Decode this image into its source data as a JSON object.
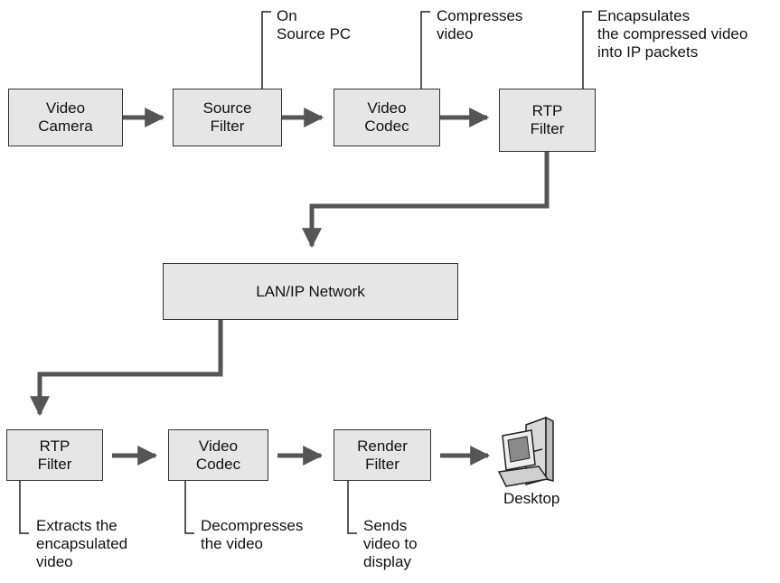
{
  "boxes": {
    "video_camera": [
      "Video",
      "Camera"
    ],
    "source_filter": [
      "Source",
      "Filter"
    ],
    "video_codec_top": [
      "Video",
      "Codec"
    ],
    "rtp_filter_top": [
      "RTP",
      "Filter"
    ],
    "network": "LAN/IP Network",
    "rtp_filter_bottom": [
      "RTP",
      "Filter"
    ],
    "video_codec_bottom": [
      "Video",
      "Codec"
    ],
    "render_filter": [
      "Render",
      "Filter"
    ]
  },
  "notes": {
    "source": [
      "On",
      "Source PC"
    ],
    "codec_top": [
      "Compresses",
      "video"
    ],
    "rtp_top": [
      "Encapsulates",
      "the compressed video",
      "into IP packets"
    ],
    "rtp_bottom": [
      "Extracts the",
      "encapsulated",
      "video"
    ],
    "codec_bottom": [
      "Decompresses",
      "the video"
    ],
    "render": [
      "Sends",
      "video to",
      "display"
    ]
  },
  "desktop": {
    "label": "Desktop",
    "icon": "desktop-computer-icon"
  },
  "colors": {
    "box_fill": "#e6e6e6",
    "arrow": "#555555",
    "line": "#222222"
  }
}
